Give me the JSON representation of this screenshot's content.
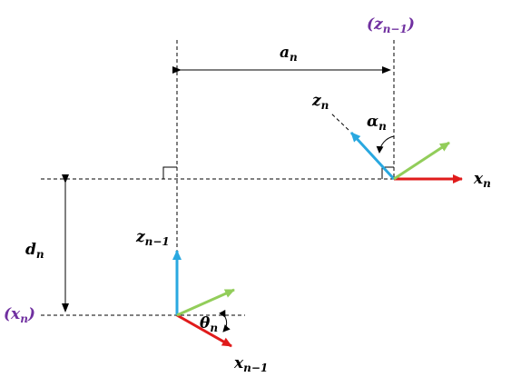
{
  "labels": {
    "z_n_minus_1_top": {
      "base": "(z",
      "sub": "n−1",
      "close": ")"
    },
    "a_n": {
      "base": "a",
      "sub": "n"
    },
    "z_n": {
      "base": "z",
      "sub": "n"
    },
    "alpha_n": {
      "base": "α",
      "sub": "n"
    },
    "x_n_right": {
      "base": "x",
      "sub": "n"
    },
    "d_n": {
      "base": "d",
      "sub": "n"
    },
    "z_n_minus_1_lower": {
      "base": "z",
      "sub": "n−1"
    },
    "x_n_left": {
      "base": "(x",
      "sub": "n",
      "close": ")"
    },
    "theta_n": {
      "base": "θ",
      "sub": "n"
    },
    "x_n_minus_1": {
      "base": "x",
      "sub": "n−1"
    }
  },
  "colors": {
    "z_axis": "#29a8e0",
    "x_axis": "#e01b1b",
    "y_axis": "#92cd5a",
    "reference_label": "#7030a0",
    "line": "#000000"
  }
}
